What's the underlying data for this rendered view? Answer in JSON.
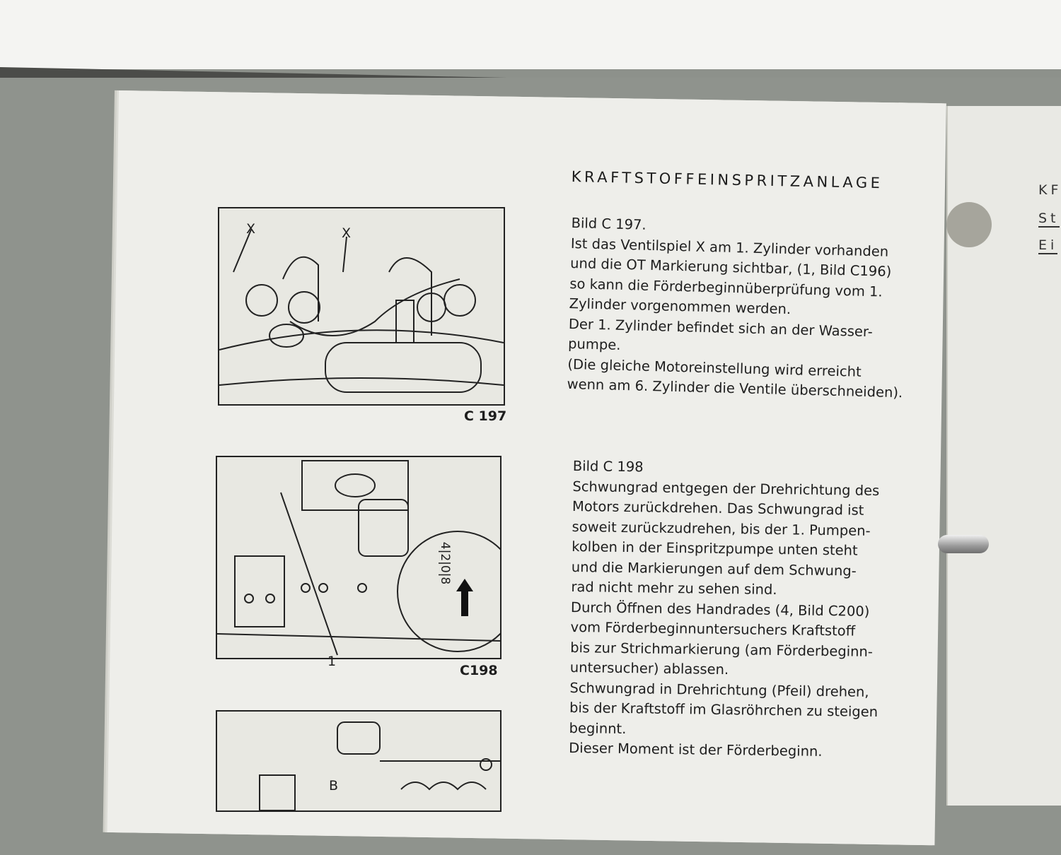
{
  "heading": "KRAFTSTOFFEINSPRITZANLAGE",
  "sections": [
    {
      "title": "Bild C 197.",
      "lines": [
        "Ist das Ventilspiel X am 1. Zylinder vorhanden",
        "und die  OT Markierung sichtbar, (1, Bild C196)",
        "so kann die Förderbeginnüberprüfung vom 1.",
        "Zylinder vorgenommen werden.",
        "Der 1. Zylinder befindet sich an der Wasser-",
        "pumpe.",
        "(Die gleiche Motoreinstellung wird erreicht",
        "wenn am 6. Zylinder die Ventile überschneiden)."
      ]
    },
    {
      "title": "Bild C 198",
      "lines": [
        "Schwungrad entgegen der Drehrichtung des",
        "Motors zurückdrehen. Das Schwungrad ist",
        "soweit zurückzudrehen, bis der 1. Pumpen-",
        "kolben in der Einspritzpumpe unten steht",
        "und die Markierungen auf dem Schwung-",
        "rad nicht mehr zu sehen sind.",
        "Durch Öffnen des Handrades (4, Bild C200)",
        "vom Förderbeginnuntersuchers Kraftstoff",
        "bis zur Strichmarkierung (am Förderbeginn-",
        "untersucher) ablassen.",
        "Schwungrad in Drehrichtung (Pfeil) drehen,",
        "bis der Kraftstoff im Glasröhrchen zu steigen",
        "beginnt.",
        "Dieser Moment ist der Förderbeginn."
      ]
    }
  ],
  "figures": [
    {
      "caption": "C 197",
      "labels": [
        "X",
        "X"
      ]
    },
    {
      "caption": "C198",
      "labels": [
        "1",
        "4|2|0|8"
      ]
    },
    {
      "caption": "",
      "labels": [
        "B"
      ]
    }
  ],
  "right_page": {
    "lines": [
      "KF",
      "St",
      "Ei"
    ]
  }
}
